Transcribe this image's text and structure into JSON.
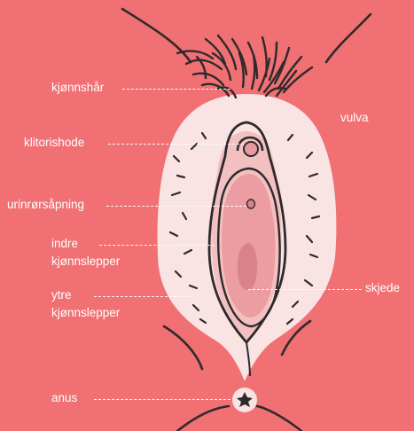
{
  "diagram": {
    "labels": {
      "pubic_hair": "kjønnshår",
      "clitoris_head": "klitorishode",
      "urethral_opening": "urinrørsåpning",
      "inner_labia_line1": "indre",
      "inner_labia_line2": "kjønnslepper",
      "outer_labia_line1": "ytre",
      "outer_labia_line2": "kjønnslepper",
      "anus": "anus",
      "vulva": "vulva",
      "vagina": "skjede"
    }
  }
}
